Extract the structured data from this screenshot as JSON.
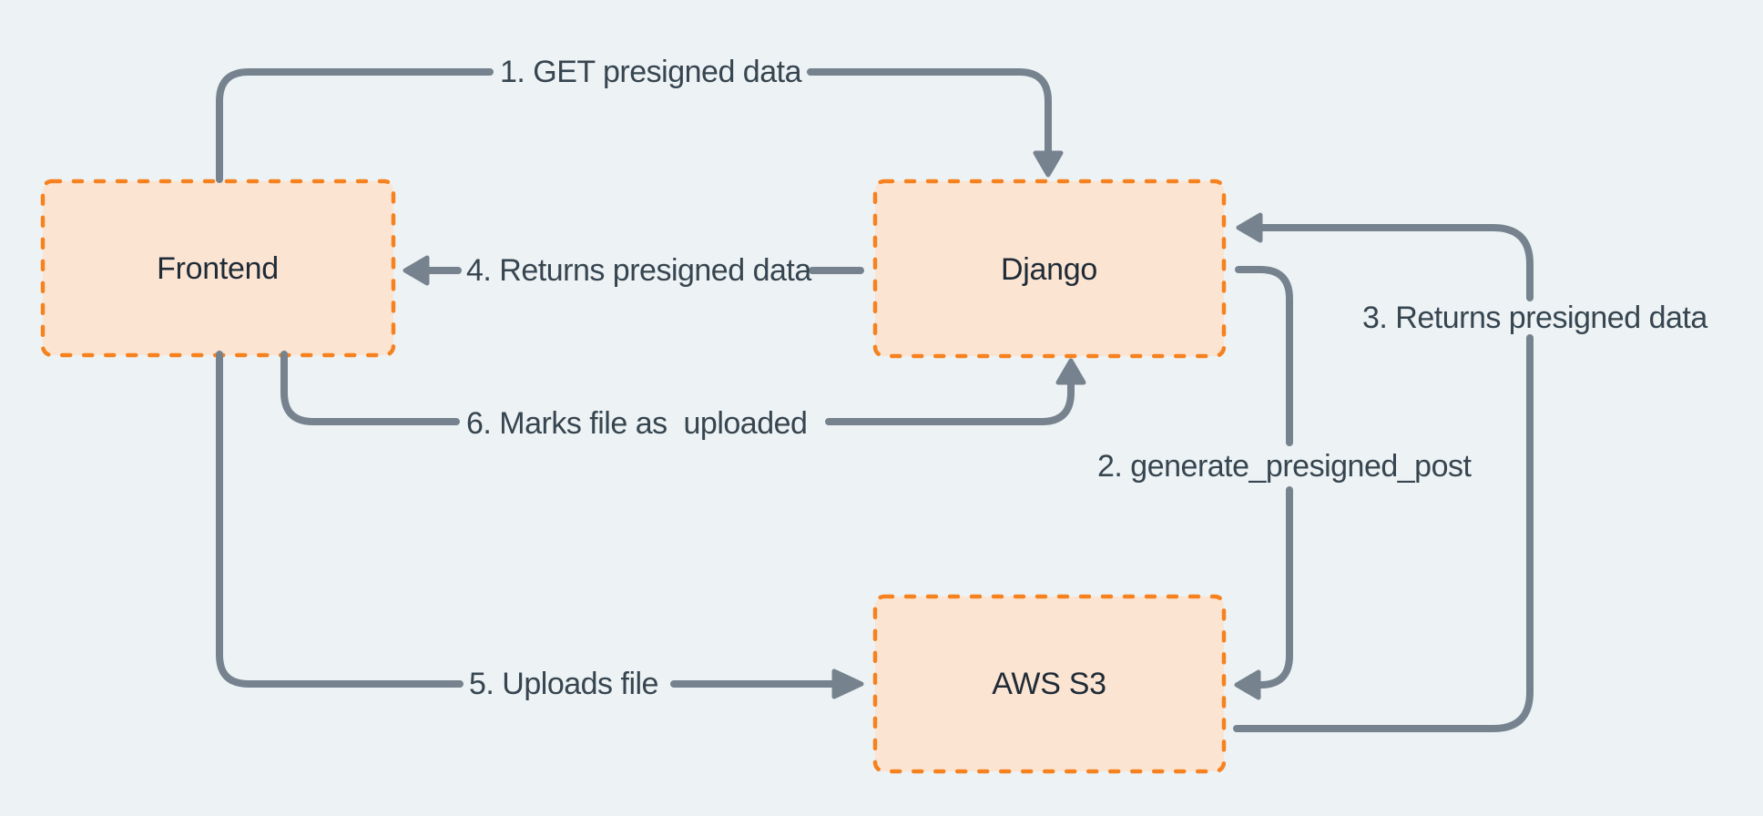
{
  "diagram": {
    "description": "Presigned S3 upload flow",
    "nodes": [
      {
        "id": "frontend",
        "label": "Frontend"
      },
      {
        "id": "django",
        "label": "Django"
      },
      {
        "id": "aws-s3",
        "label": "AWS S3"
      }
    ],
    "edges": [
      {
        "id": "1",
        "label": "1. GET presigned data",
        "from": "Frontend",
        "to": "Django"
      },
      {
        "id": "2",
        "label": "2. generate_presigned_post",
        "from": "Django",
        "to": "AWS S3"
      },
      {
        "id": "3",
        "label": "3. Returns presigned data",
        "from": "AWS S3",
        "to": "Django"
      },
      {
        "id": "4",
        "label": "4. Returns presigned data",
        "from": "Django",
        "to": "Frontend"
      },
      {
        "id": "5",
        "label": "5. Uploads file",
        "from": "Frontend",
        "to": "AWS S3"
      },
      {
        "id": "6",
        "label": "6. Marks file as  uploaded",
        "from": "Frontend",
        "to": "Django"
      }
    ],
    "colors": {
      "background": "#EDF2F5",
      "node_fill": "#FCE4D3",
      "node_border": "#F6821F",
      "arrow": "#76838F",
      "edge_label_text": "#36454F",
      "node_label_text": "#1F2B36"
    }
  }
}
